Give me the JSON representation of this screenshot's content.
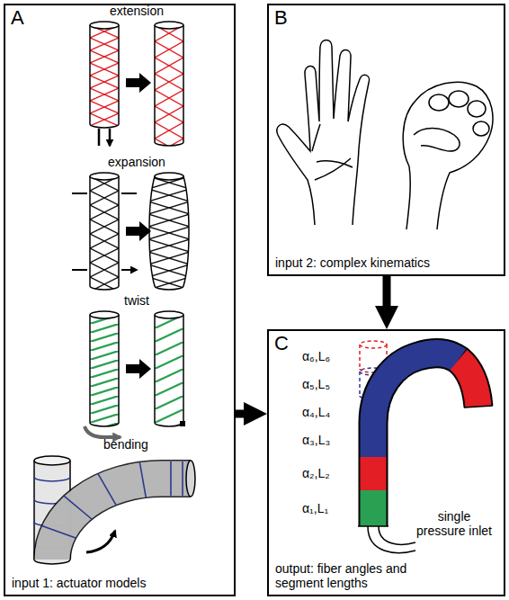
{
  "diagram": {
    "nodes": [
      {
        "text": [
          "A",
          "input 1: actuator models"
        ]
      },
      {
        "text": [
          "B",
          "input 2: complex kinematics"
        ]
      },
      {
        "text": [
          "C",
          "output: fiber angles and segment lengths"
        ]
      }
    ],
    "edges": [
      {
        "from": 0,
        "to": 2,
        "arrow": "to"
      },
      {
        "from": 1,
        "to": 2,
        "arrow": "to"
      }
    ],
    "labels": [
      "extension",
      "expansion",
      "twist",
      "bending",
      "α₆,L₆",
      "α₅,L₅",
      "α₄,L₄",
      "α₃,L₃",
      "α₂,L₂",
      "α₁,L₁",
      "single pressure inlet"
    ]
  }
}
